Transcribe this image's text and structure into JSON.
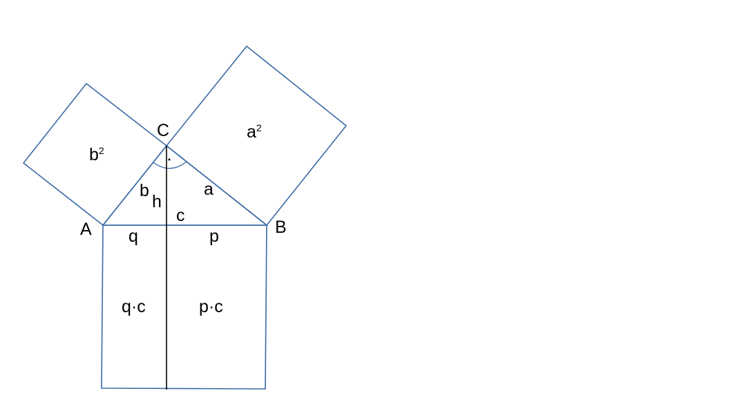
{
  "labels": {
    "vertex_a": "A",
    "vertex_b": "B",
    "vertex_c": "C",
    "side_a": "a",
    "side_b": "b",
    "side_c": "c",
    "altitude_h": "h",
    "segment_q": "q",
    "segment_p": "p",
    "area_b_squared": "b",
    "area_a_squared": "a",
    "area_qc": "q·c",
    "area_pc": "p·c",
    "exponent": "2"
  },
  "colors": {
    "outline": "#3a6aa6",
    "altitude": "#000000"
  }
}
